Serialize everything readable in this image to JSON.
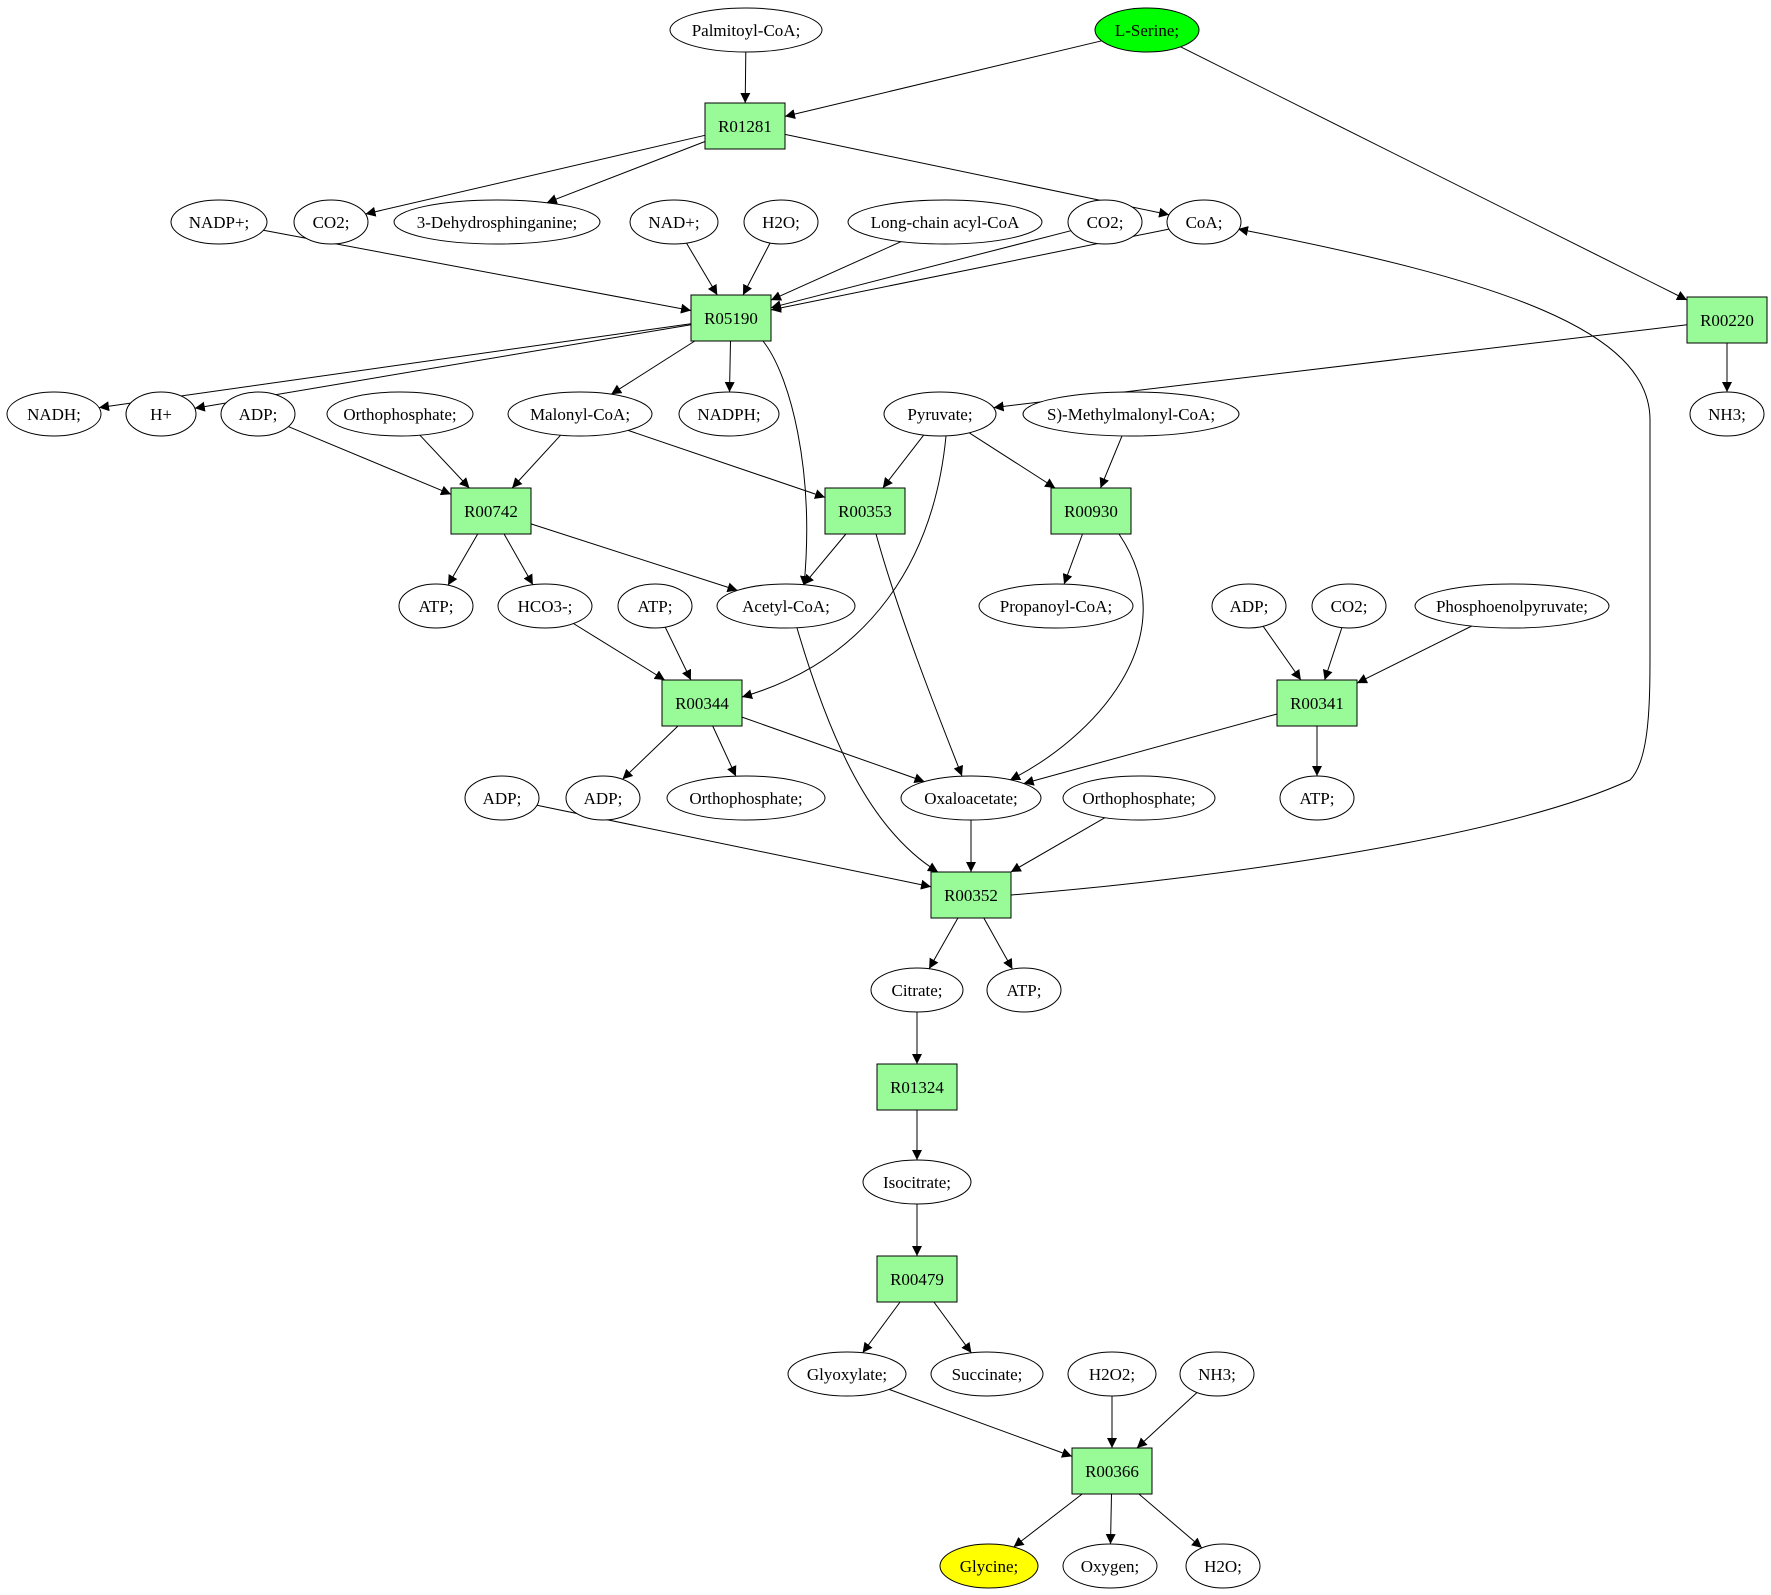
{
  "colors": {
    "reaction_fill": "#98fb98",
    "metabolite_fill": "#ffffff",
    "source_fill": "#00ff00",
    "target_fill": "#ffff00",
    "stroke": "#000000"
  },
  "diagram": {
    "reactions": [
      {
        "id": "r01281",
        "label": "R01281"
      },
      {
        "id": "r05190",
        "label": "R05190"
      },
      {
        "id": "r00220",
        "label": "R00220"
      },
      {
        "id": "r00742",
        "label": "R00742"
      },
      {
        "id": "r00353",
        "label": "R00353"
      },
      {
        "id": "r00930",
        "label": "R00930"
      },
      {
        "id": "r00344",
        "label": "R00344"
      },
      {
        "id": "r00341",
        "label": "R00341"
      },
      {
        "id": "r00352",
        "label": "R00352"
      },
      {
        "id": "r01324",
        "label": "R01324"
      },
      {
        "id": "r00479",
        "label": "R00479"
      },
      {
        "id": "r00366",
        "label": "R00366"
      }
    ],
    "metabolites": [
      {
        "id": "palmitoyl_coa",
        "label": "Palmitoyl-CoA;"
      },
      {
        "id": "l_serine",
        "label": "L-Serine;",
        "role": "source"
      },
      {
        "id": "nadp",
        "label": "NADP+;"
      },
      {
        "id": "co2_a",
        "label": "CO2;"
      },
      {
        "id": "dehydrosphinganine",
        "label": "3-Dehydrosphinganine;"
      },
      {
        "id": "nad",
        "label": "NAD+;"
      },
      {
        "id": "h2o_a",
        "label": "H2O;"
      },
      {
        "id": "long_chain_acyl_coa",
        "label": "Long-chain acyl-CoA"
      },
      {
        "id": "co2_b",
        "label": "CO2;"
      },
      {
        "id": "coa",
        "label": "CoA;"
      },
      {
        "id": "nadh",
        "label": "NADH;"
      },
      {
        "id": "h_plus",
        "label": "H+"
      },
      {
        "id": "adp_a",
        "label": "ADP;"
      },
      {
        "id": "orthophosphate_a",
        "label": "Orthophosphate;"
      },
      {
        "id": "malonyl_coa",
        "label": "Malonyl-CoA;"
      },
      {
        "id": "nadph",
        "label": "NADPH;"
      },
      {
        "id": "pyruvate",
        "label": "Pyruvate;"
      },
      {
        "id": "methylmalonyl_coa",
        "label": "S)-Methylmalonyl-CoA;"
      },
      {
        "id": "nh3_a",
        "label": "NH3;"
      },
      {
        "id": "atp_a",
        "label": "ATP;"
      },
      {
        "id": "hco3",
        "label": "HCO3-;"
      },
      {
        "id": "atp_b",
        "label": "ATP;"
      },
      {
        "id": "acetyl_coa",
        "label": "Acetyl-CoA;"
      },
      {
        "id": "propanoyl_coa",
        "label": "Propanoyl-CoA;"
      },
      {
        "id": "adp_b",
        "label": "ADP;"
      },
      {
        "id": "co2_c",
        "label": "CO2;"
      },
      {
        "id": "pep",
        "label": "Phosphoenolpyruvate;"
      },
      {
        "id": "adp_c",
        "label": "ADP;"
      },
      {
        "id": "adp_d",
        "label": "ADP;"
      },
      {
        "id": "orthophosphate_b",
        "label": "Orthophosphate;"
      },
      {
        "id": "oxaloacetate",
        "label": "Oxaloacetate;"
      },
      {
        "id": "orthophosphate_c",
        "label": "Orthophosphate;"
      },
      {
        "id": "atp_c",
        "label": "ATP;"
      },
      {
        "id": "citrate",
        "label": "Citrate;"
      },
      {
        "id": "atp_d",
        "label": "ATP;"
      },
      {
        "id": "isocitrate",
        "label": "Isocitrate;"
      },
      {
        "id": "glyoxylate",
        "label": "Glyoxylate;"
      },
      {
        "id": "succinate",
        "label": "Succinate;"
      },
      {
        "id": "h2o2",
        "label": "H2O2;"
      },
      {
        "id": "nh3_b",
        "label": "NH3;"
      },
      {
        "id": "glycine",
        "label": "Glycine;",
        "role": "target"
      },
      {
        "id": "oxygen",
        "label": "Oxygen;"
      },
      {
        "id": "h2o_b",
        "label": "H2O;"
      }
    ],
    "edges": [
      [
        "palmitoyl_coa",
        "r01281"
      ],
      [
        "l_serine",
        "r01281"
      ],
      [
        "l_serine",
        "r00220"
      ],
      [
        "r01281",
        "co2_a"
      ],
      [
        "r01281",
        "dehydrosphinganine"
      ],
      [
        "r01281",
        "coa"
      ],
      [
        "nadp",
        "r05190"
      ],
      [
        "nad",
        "r05190"
      ],
      [
        "h2o_a",
        "r05190"
      ],
      [
        "long_chain_acyl_coa",
        "r05190"
      ],
      [
        "co2_b",
        "r05190"
      ],
      [
        "coa",
        "r05190"
      ],
      [
        "r05190",
        "nadh"
      ],
      [
        "r05190",
        "h_plus"
      ],
      [
        "r05190",
        "malonyl_coa"
      ],
      [
        "r05190",
        "nadph"
      ],
      [
        "r05190",
        "acetyl_coa"
      ],
      [
        "r00220",
        "pyruvate"
      ],
      [
        "r00220",
        "nh3_a"
      ],
      [
        "adp_a",
        "r00742"
      ],
      [
        "orthophosphate_a",
        "r00742"
      ],
      [
        "malonyl_coa",
        "r00742"
      ],
      [
        "r00742",
        "atp_a"
      ],
      [
        "r00742",
        "hco3"
      ],
      [
        "r00742",
        "acetyl_coa"
      ],
      [
        "malonyl_coa",
        "r00353"
      ],
      [
        "pyruvate",
        "r00353"
      ],
      [
        "r00353",
        "acetyl_coa"
      ],
      [
        "r00353",
        "oxaloacetate"
      ],
      [
        "pyruvate",
        "r00930"
      ],
      [
        "methylmalonyl_coa",
        "r00930"
      ],
      [
        "r00930",
        "propanoyl_coa"
      ],
      [
        "r00930",
        "oxaloacetate"
      ],
      [
        "hco3",
        "r00344"
      ],
      [
        "atp_b",
        "r00344"
      ],
      [
        "pyruvate",
        "r00344"
      ],
      [
        "r00344",
        "adp_d"
      ],
      [
        "r00344",
        "orthophosphate_b"
      ],
      [
        "r00344",
        "oxaloacetate"
      ],
      [
        "adp_b",
        "r00341"
      ],
      [
        "co2_c",
        "r00341"
      ],
      [
        "pep",
        "r00341"
      ],
      [
        "r00341",
        "oxaloacetate"
      ],
      [
        "r00341",
        "atp_c"
      ],
      [
        "adp_c",
        "r00352"
      ],
      [
        "acetyl_coa",
        "r00352"
      ],
      [
        "oxaloacetate",
        "r00352"
      ],
      [
        "orthophosphate_c",
        "r00352"
      ],
      [
        "r00352",
        "coa"
      ],
      [
        "r00352",
        "citrate"
      ],
      [
        "r00352",
        "atp_d"
      ],
      [
        "citrate",
        "r01324"
      ],
      [
        "r01324",
        "isocitrate"
      ],
      [
        "isocitrate",
        "r00479"
      ],
      [
        "r00479",
        "glyoxylate"
      ],
      [
        "r00479",
        "succinate"
      ],
      [
        "glyoxylate",
        "r00366"
      ],
      [
        "h2o2",
        "r00366"
      ],
      [
        "nh3_b",
        "r00366"
      ],
      [
        "r00366",
        "glycine"
      ],
      [
        "r00366",
        "oxygen"
      ],
      [
        "r00366",
        "h2o_b"
      ]
    ]
  }
}
